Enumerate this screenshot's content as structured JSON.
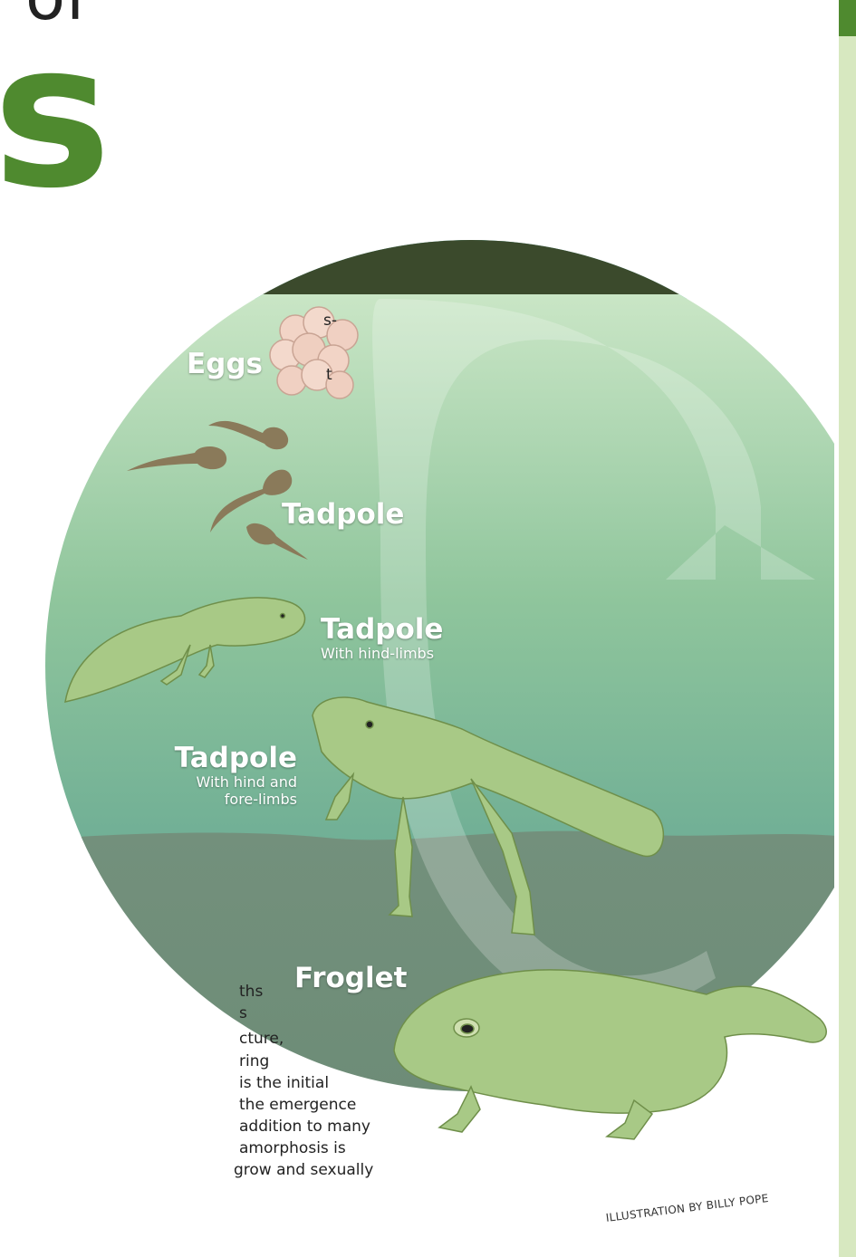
{
  "title": {
    "of": "of",
    "s": "s"
  },
  "stages": [
    {
      "name": "Eggs",
      "sub": ""
    },
    {
      "name": "Tadpole",
      "sub": ""
    },
    {
      "name": "Tadpole",
      "sub": "With hind-limbs"
    },
    {
      "name": "Tadpole",
      "sub": "With hind and fore-limbs"
    },
    {
      "name": "Froglet",
      "sub": ""
    }
  ],
  "stage_sub_lines": {
    "hind_fore_line1": "With hind and",
    "hind_fore_line2": "fore-limbs"
  },
  "text_fragments": [
    "s-",
    "t",
    "ths",
    "s",
    "cture,",
    "ring",
    "is the initial",
    "the emergence",
    "addition to many",
    "amorphosis is",
    "grow and sexually"
  ],
  "credit": "ILLUSTRATION BY BILLY POPE",
  "colors": {
    "brand_green": "#4f8a2f",
    "sky": "#a9dada",
    "water_top": "#bfe0bf",
    "water_mid": "#8fc59c",
    "pond_floor": "#6f8f78",
    "silhouette": "#3b4a2c",
    "frog_green": "#a8c986"
  }
}
